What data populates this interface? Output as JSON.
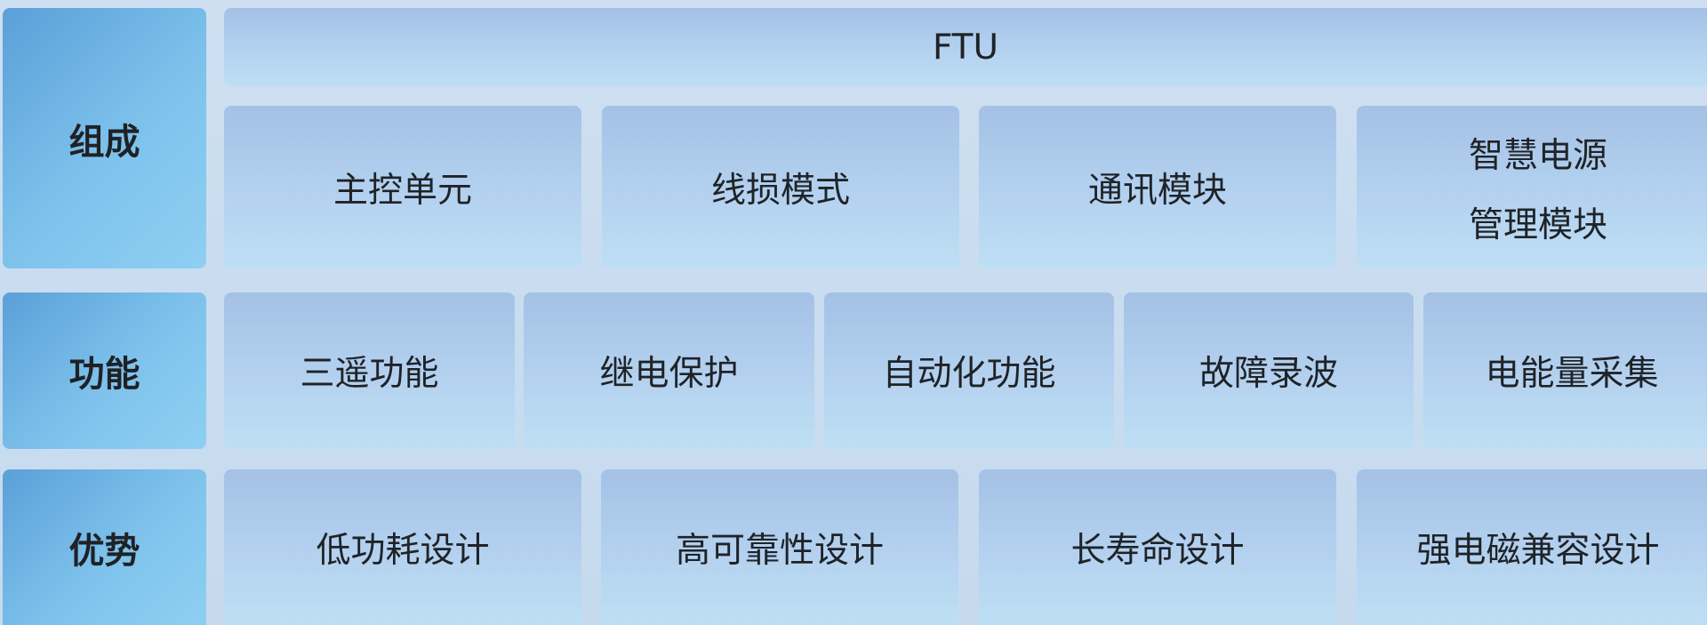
{
  "rows": {
    "composition": {
      "label": "组成",
      "header": "FTU",
      "items": [
        {
          "lines": [
            "主控单元"
          ]
        },
        {
          "lines": [
            "线损模式"
          ]
        },
        {
          "lines": [
            "通讯模块"
          ]
        },
        {
          "lines": [
            "智慧电源",
            "管理模块"
          ]
        }
      ]
    },
    "function": {
      "label": "功能",
      "items": [
        "三遥功能",
        "继电保护",
        "自动化功能",
        "故障录波",
        "电能量采集"
      ]
    },
    "advantage": {
      "label": "优势",
      "items": [
        "低功耗设计",
        "高可靠性设计",
        "长寿命设计",
        "强电磁兼容设计"
      ]
    }
  }
}
